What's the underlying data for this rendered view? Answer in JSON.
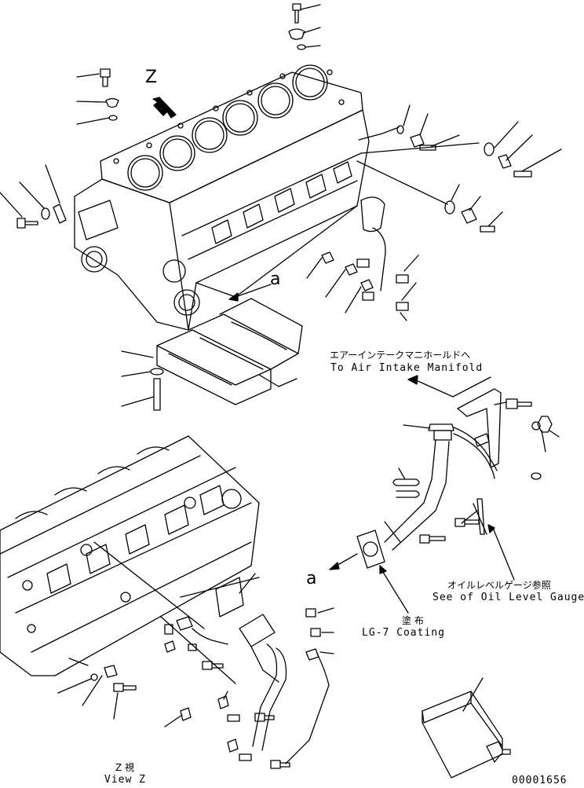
{
  "labels": {
    "view_letter": "Z",
    "section_a_top": "a",
    "section_a_bottom": "a",
    "air_jp": "エアーインテークマニホールドへ",
    "air_en": "To Air Intake Manifold",
    "oil_jp": "オイルレベルゲージ参照",
    "oil_en": "See of Oil Level Gauge",
    "coating_jp": "塗 布",
    "coating_en": "LG-7 Coating",
    "view_jp": "Z 視",
    "view_en": "View Z",
    "drawing_no": "00001656"
  }
}
